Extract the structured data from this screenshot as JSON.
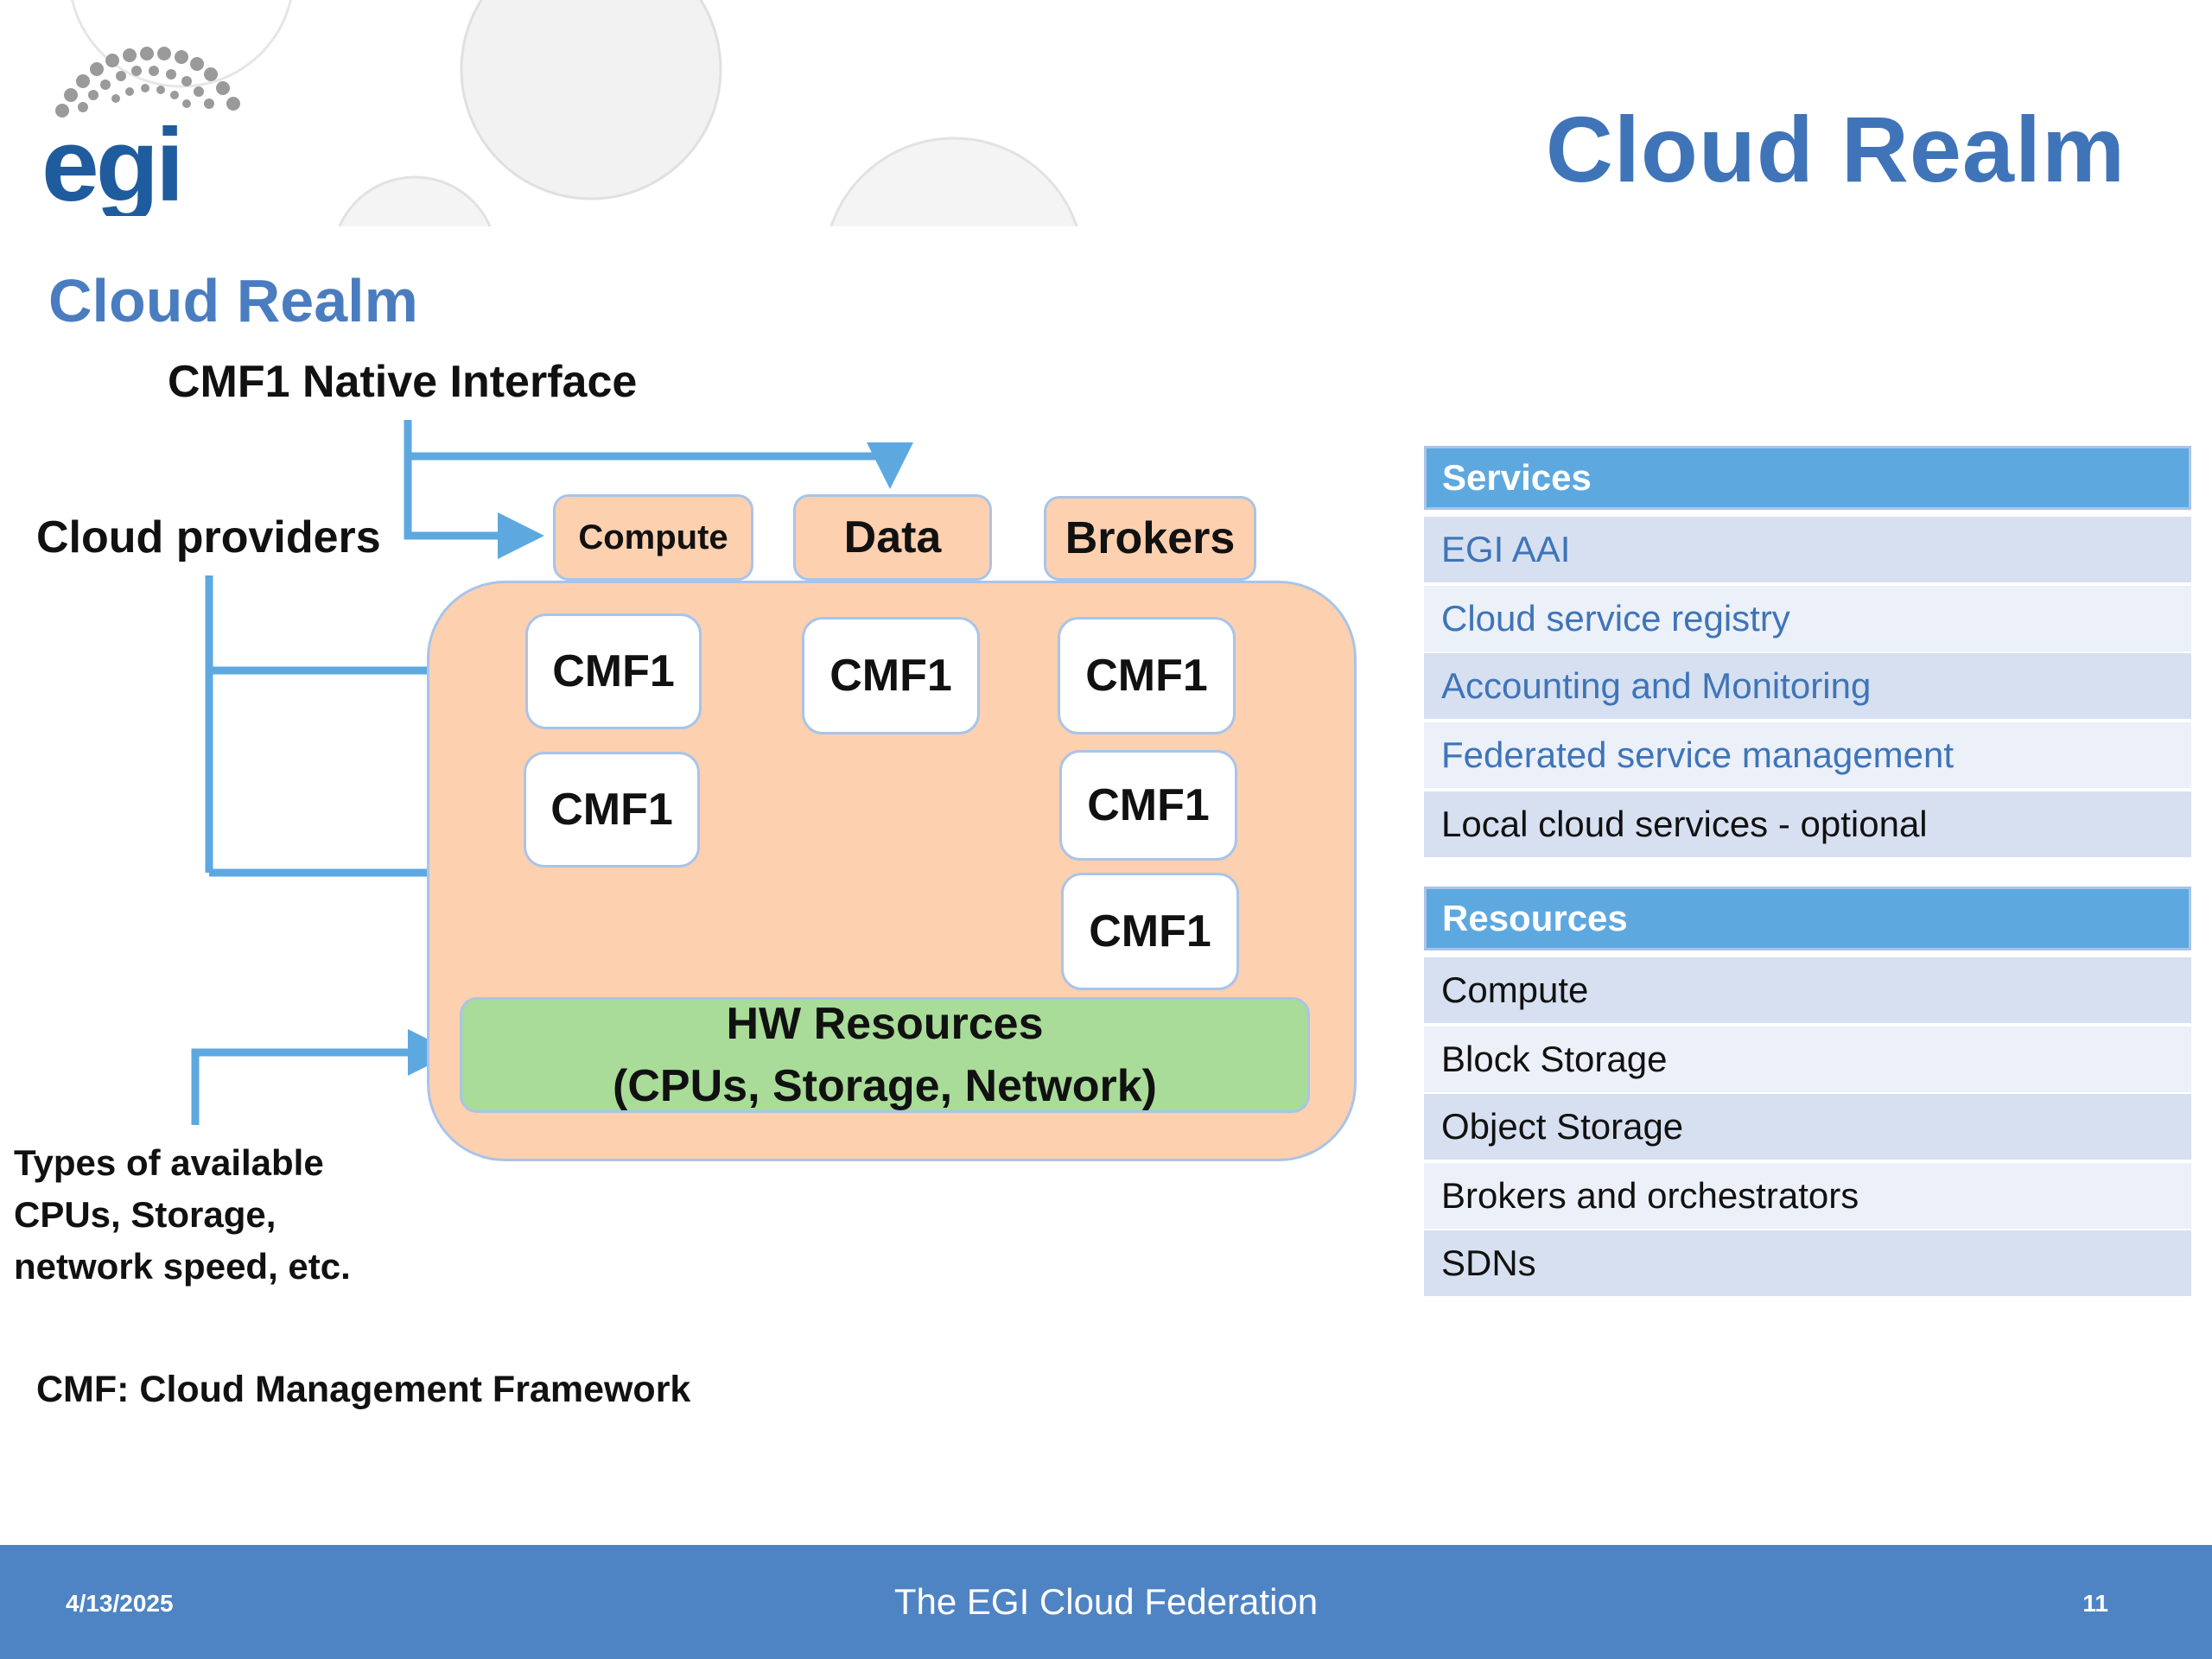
{
  "slide": {
    "title": "Cloud Realm",
    "section_title": "Cloud Realm"
  },
  "diagram": {
    "native_interface_label": "CMF1 Native Interface",
    "cloud_providers_label": "Cloud providers",
    "types_label_lines": [
      "Types of available",
      "CPUs, Storage,",
      "network speed, etc."
    ],
    "tabs": {
      "compute": "Compute",
      "data": "Data",
      "brokers": "Brokers"
    },
    "cmf_label": "CMF1",
    "hw_lines": [
      "HW Resources",
      "(CPUs, Storage, Network)"
    ],
    "footnote": "CMF: Cloud Management Framework"
  },
  "services": {
    "header": "Services",
    "items": [
      "EGI AAI",
      "Cloud service registry",
      "Accounting and Monitoring",
      "Federated service management",
      "Local cloud services - optional"
    ]
  },
  "resources": {
    "header": "Resources",
    "items": [
      "Compute",
      "Block Storage",
      "Object Storage",
      "Brokers and orchestrators",
      "SDNs"
    ]
  },
  "footer": {
    "date": "4/13/2025",
    "center": "The EGI Cloud Federation",
    "page": "11"
  },
  "colors": {
    "title_blue": "#3f74b8",
    "realm_fill": "#fdd0b0",
    "hw_fill": "#a8dc98",
    "arrow_blue": "#5ea8e0",
    "footer_blue": "#4f84c4"
  }
}
